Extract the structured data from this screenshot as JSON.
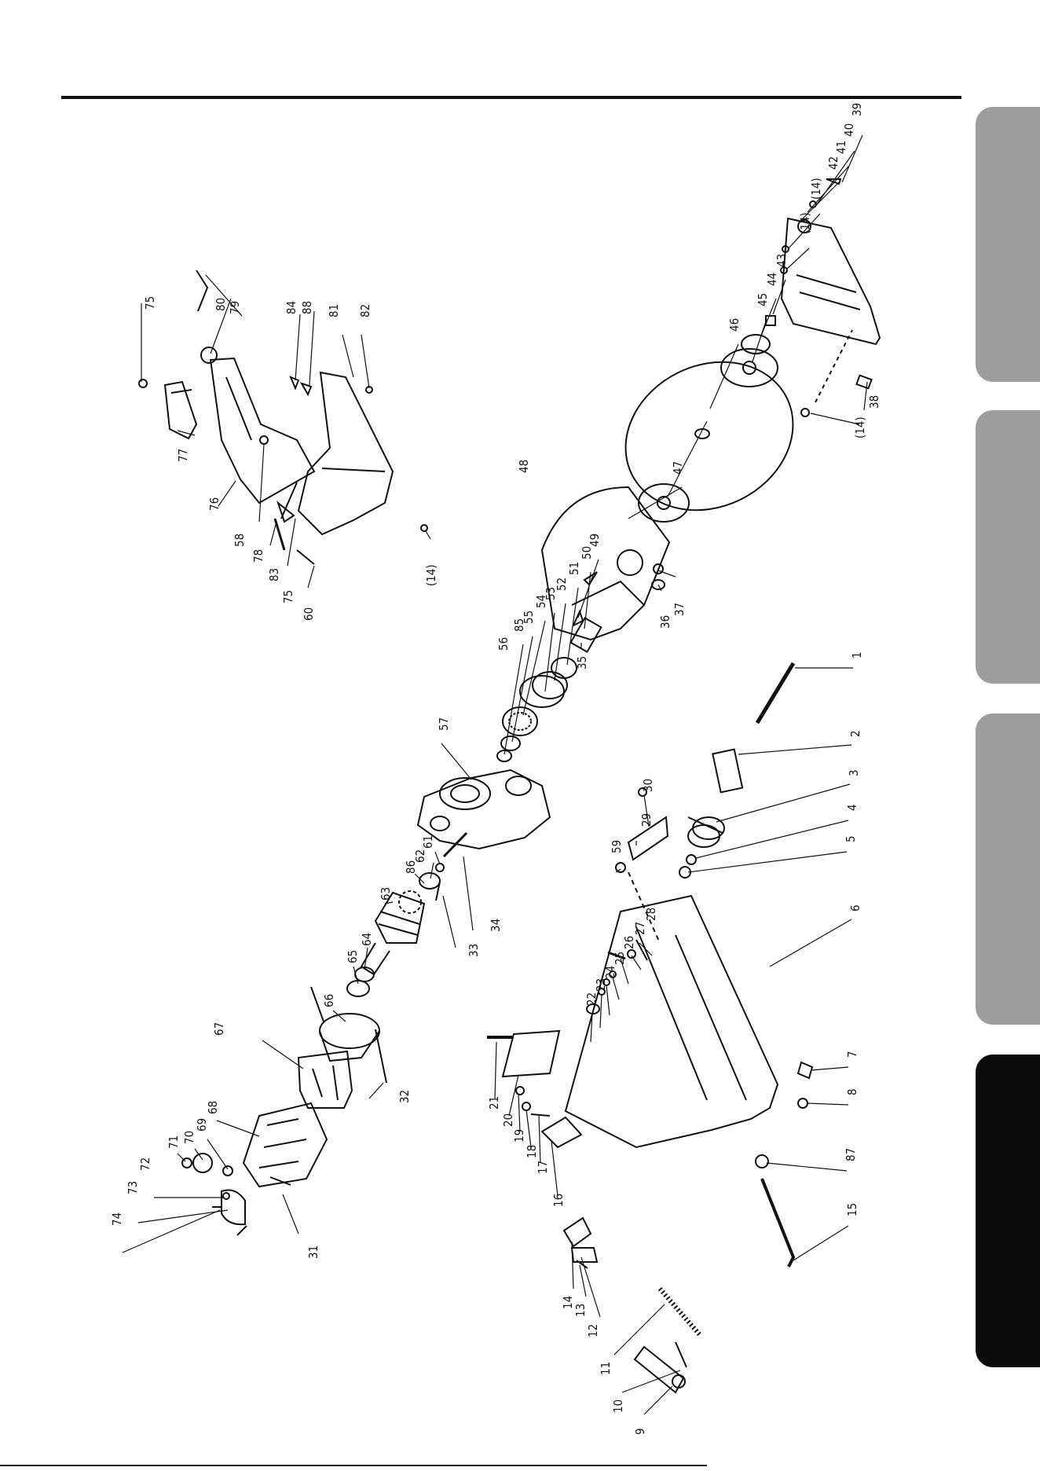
{
  "side_tabs": [
    {
      "shade": "gray"
    },
    {
      "shade": "gray"
    },
    {
      "shade": "gray"
    },
    {
      "shade": "black"
    }
  ],
  "callouts": {
    "c1": "1",
    "c2": "2",
    "c3": "3",
    "c4": "4",
    "c5": "5",
    "c6": "6",
    "c7": "7",
    "c8": "8",
    "c9": "9",
    "c10": "10",
    "c11": "11",
    "c12": "12",
    "c13": "13",
    "c14": "14",
    "c15": "15",
    "c16": "16",
    "c17": "17",
    "c18": "18",
    "c19": "19",
    "c20": "20",
    "c21": "21",
    "c22": "22",
    "c23": "23",
    "c24": "24",
    "c25": "25",
    "c26": "26",
    "c27": "27",
    "c28": "28",
    "c29": "29",
    "c30": "30",
    "c31": "31",
    "c32": "32",
    "c33": "33",
    "c34": "34",
    "c35": "35",
    "c36": "36",
    "c37": "37",
    "c38": "38",
    "c39": "39",
    "c40": "40",
    "c41": "41",
    "c42": "42",
    "c43": "43",
    "c44": "44",
    "c45": "45",
    "c46": "46",
    "c47": "47",
    "c48": "48",
    "c49": "49",
    "c50": "50",
    "c51": "51",
    "c52": "52",
    "c53": "53",
    "c54": "54",
    "c55": "55",
    "c56": "56",
    "c57": "57",
    "c58": "58",
    "c59": "59",
    "c60": "60",
    "c61": "61",
    "c62": "62",
    "c63": "63",
    "c64": "64",
    "c65": "65",
    "c66": "66",
    "c67": "67",
    "c68": "68",
    "c69": "69",
    "c70": "70",
    "c71": "71",
    "c72": "72",
    "c73": "73",
    "c74": "74",
    "c75a": "75",
    "c75b": "75",
    "c76": "76",
    "c77": "77",
    "c78": "78",
    "c79": "79",
    "c80": "80",
    "c81": "81",
    "c82": "82",
    "c83": "83",
    "c84": "84",
    "c85": "85",
    "c86": "86",
    "c87": "87",
    "c88": "88",
    "c14a": "(14)",
    "c14b": "(14)",
    "c14c": "(14)",
    "c14d": "(14)"
  }
}
